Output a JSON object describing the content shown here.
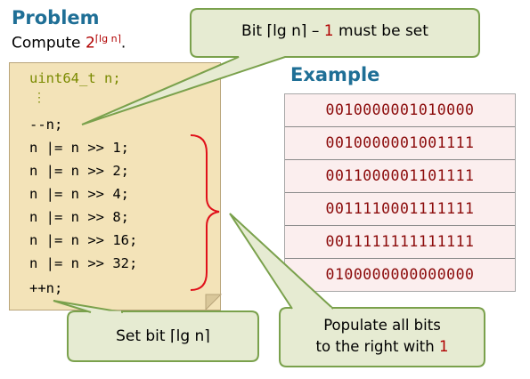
{
  "problem": {
    "title": "Problem",
    "compute_prefix": "Compute",
    "compute_base": "2",
    "compute_exponent": "⌈lg n⌉",
    "compute_suffix": "."
  },
  "code": {
    "decl_type": "uint64_t",
    "decl_rest": " n;",
    "ellipsis": "⋮",
    "lines": [
      "--n;",
      "n |= n >> 1;",
      "n |= n >> 2;",
      "n |= n >> 4;",
      "n |= n >> 8;",
      "n |= n >> 16;",
      "n |= n >> 32;",
      "++n;"
    ]
  },
  "example": {
    "title": "Example",
    "rows": [
      "0010000001010000",
      "0010000001001111",
      "0011000001101111",
      "0011110001111111",
      "0011111111111111",
      "0100000000000000"
    ]
  },
  "callouts": {
    "top": {
      "prefix": "Bit ",
      "expr": "⌈lg n⌉",
      "minus": " – ",
      "one": "1",
      "suffix": " must be set"
    },
    "bottom_left": {
      "prefix": "Set bit ",
      "expr": "⌈lg n⌉"
    },
    "bottom_right": {
      "line1": "Populate all bits",
      "line2_prefix": "to the right with ",
      "line2_one": "1"
    }
  },
  "colors": {
    "title_blue": "#1f6f96",
    "callout_fill": "#e6ebd2",
    "callout_stroke": "#7aa14c",
    "brace_red": "#e0101a",
    "code_bg": "#f3e3b8",
    "binary_text": "#8b0a0a"
  }
}
